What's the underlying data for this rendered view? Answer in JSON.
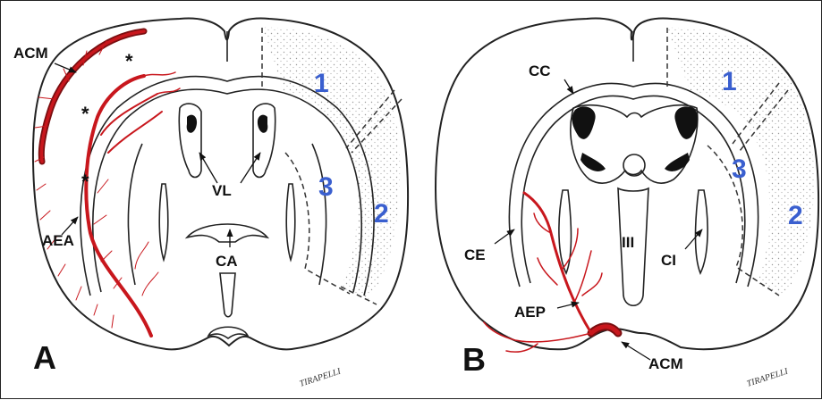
{
  "panels": {
    "A": {
      "letter": "A",
      "labels": {
        "acm": "ACM",
        "aea": "AEA",
        "vl": "VL",
        "ca": "CA",
        "star1": "*",
        "star2": "*",
        "star3": "*"
      },
      "regions": [
        "1",
        "2",
        "3"
      ],
      "signature": "TIRAPELLI"
    },
    "B": {
      "letter": "B",
      "labels": {
        "cc": "CC",
        "ce": "CE",
        "ci": "CI",
        "iii": "III",
        "aep": "AEP",
        "acm": "ACM"
      },
      "regions": [
        "1",
        "2",
        "3"
      ],
      "signature": "TIRAPELLI"
    }
  },
  "colors": {
    "region_numbers": "#3a5fcf",
    "vessels": "#c8171d",
    "outline": "#222222",
    "stipple": "#9a9a9a"
  }
}
